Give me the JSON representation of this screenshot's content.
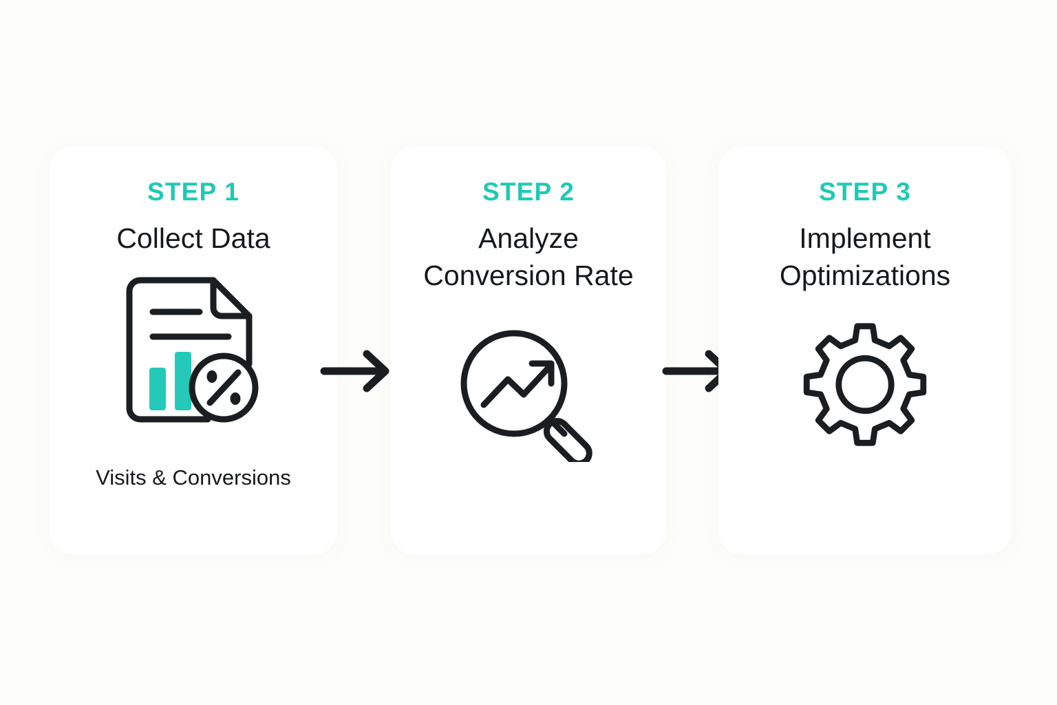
{
  "page": {
    "background_color": "#fdfdfb",
    "card_background": "#ffffff",
    "accent_color": "#1ec9b7",
    "text_color": "#16191c",
    "layout": "three-step horizontal process flow with arrows"
  },
  "steps": [
    {
      "step_label": "STEP 1",
      "title": "Collect Data",
      "caption": "Visits & Conversions",
      "icon_name": "document-with-bar-chart-and-percent-icon"
    },
    {
      "step_label": "STEP 2",
      "title": "Analyze\nConversion Rate",
      "title_line_1": "Analyze",
      "title_line_2": "Conversion Rate",
      "caption": "",
      "icon_name": "magnifier-with-trend-line-icon"
    },
    {
      "step_label": "STEP 3",
      "title": "Implement\nOptimizations",
      "title_line_1": "Implement",
      "title_line_2": "Optimizations",
      "caption": "",
      "icon_name": "gear-icon"
    }
  ],
  "connectors": [
    {
      "icon_name": "arrow-right-icon",
      "from": "STEP 1",
      "to": "STEP 2"
    },
    {
      "icon_name": "arrow-right-icon",
      "from": "STEP 2",
      "to": "STEP 3"
    }
  ]
}
